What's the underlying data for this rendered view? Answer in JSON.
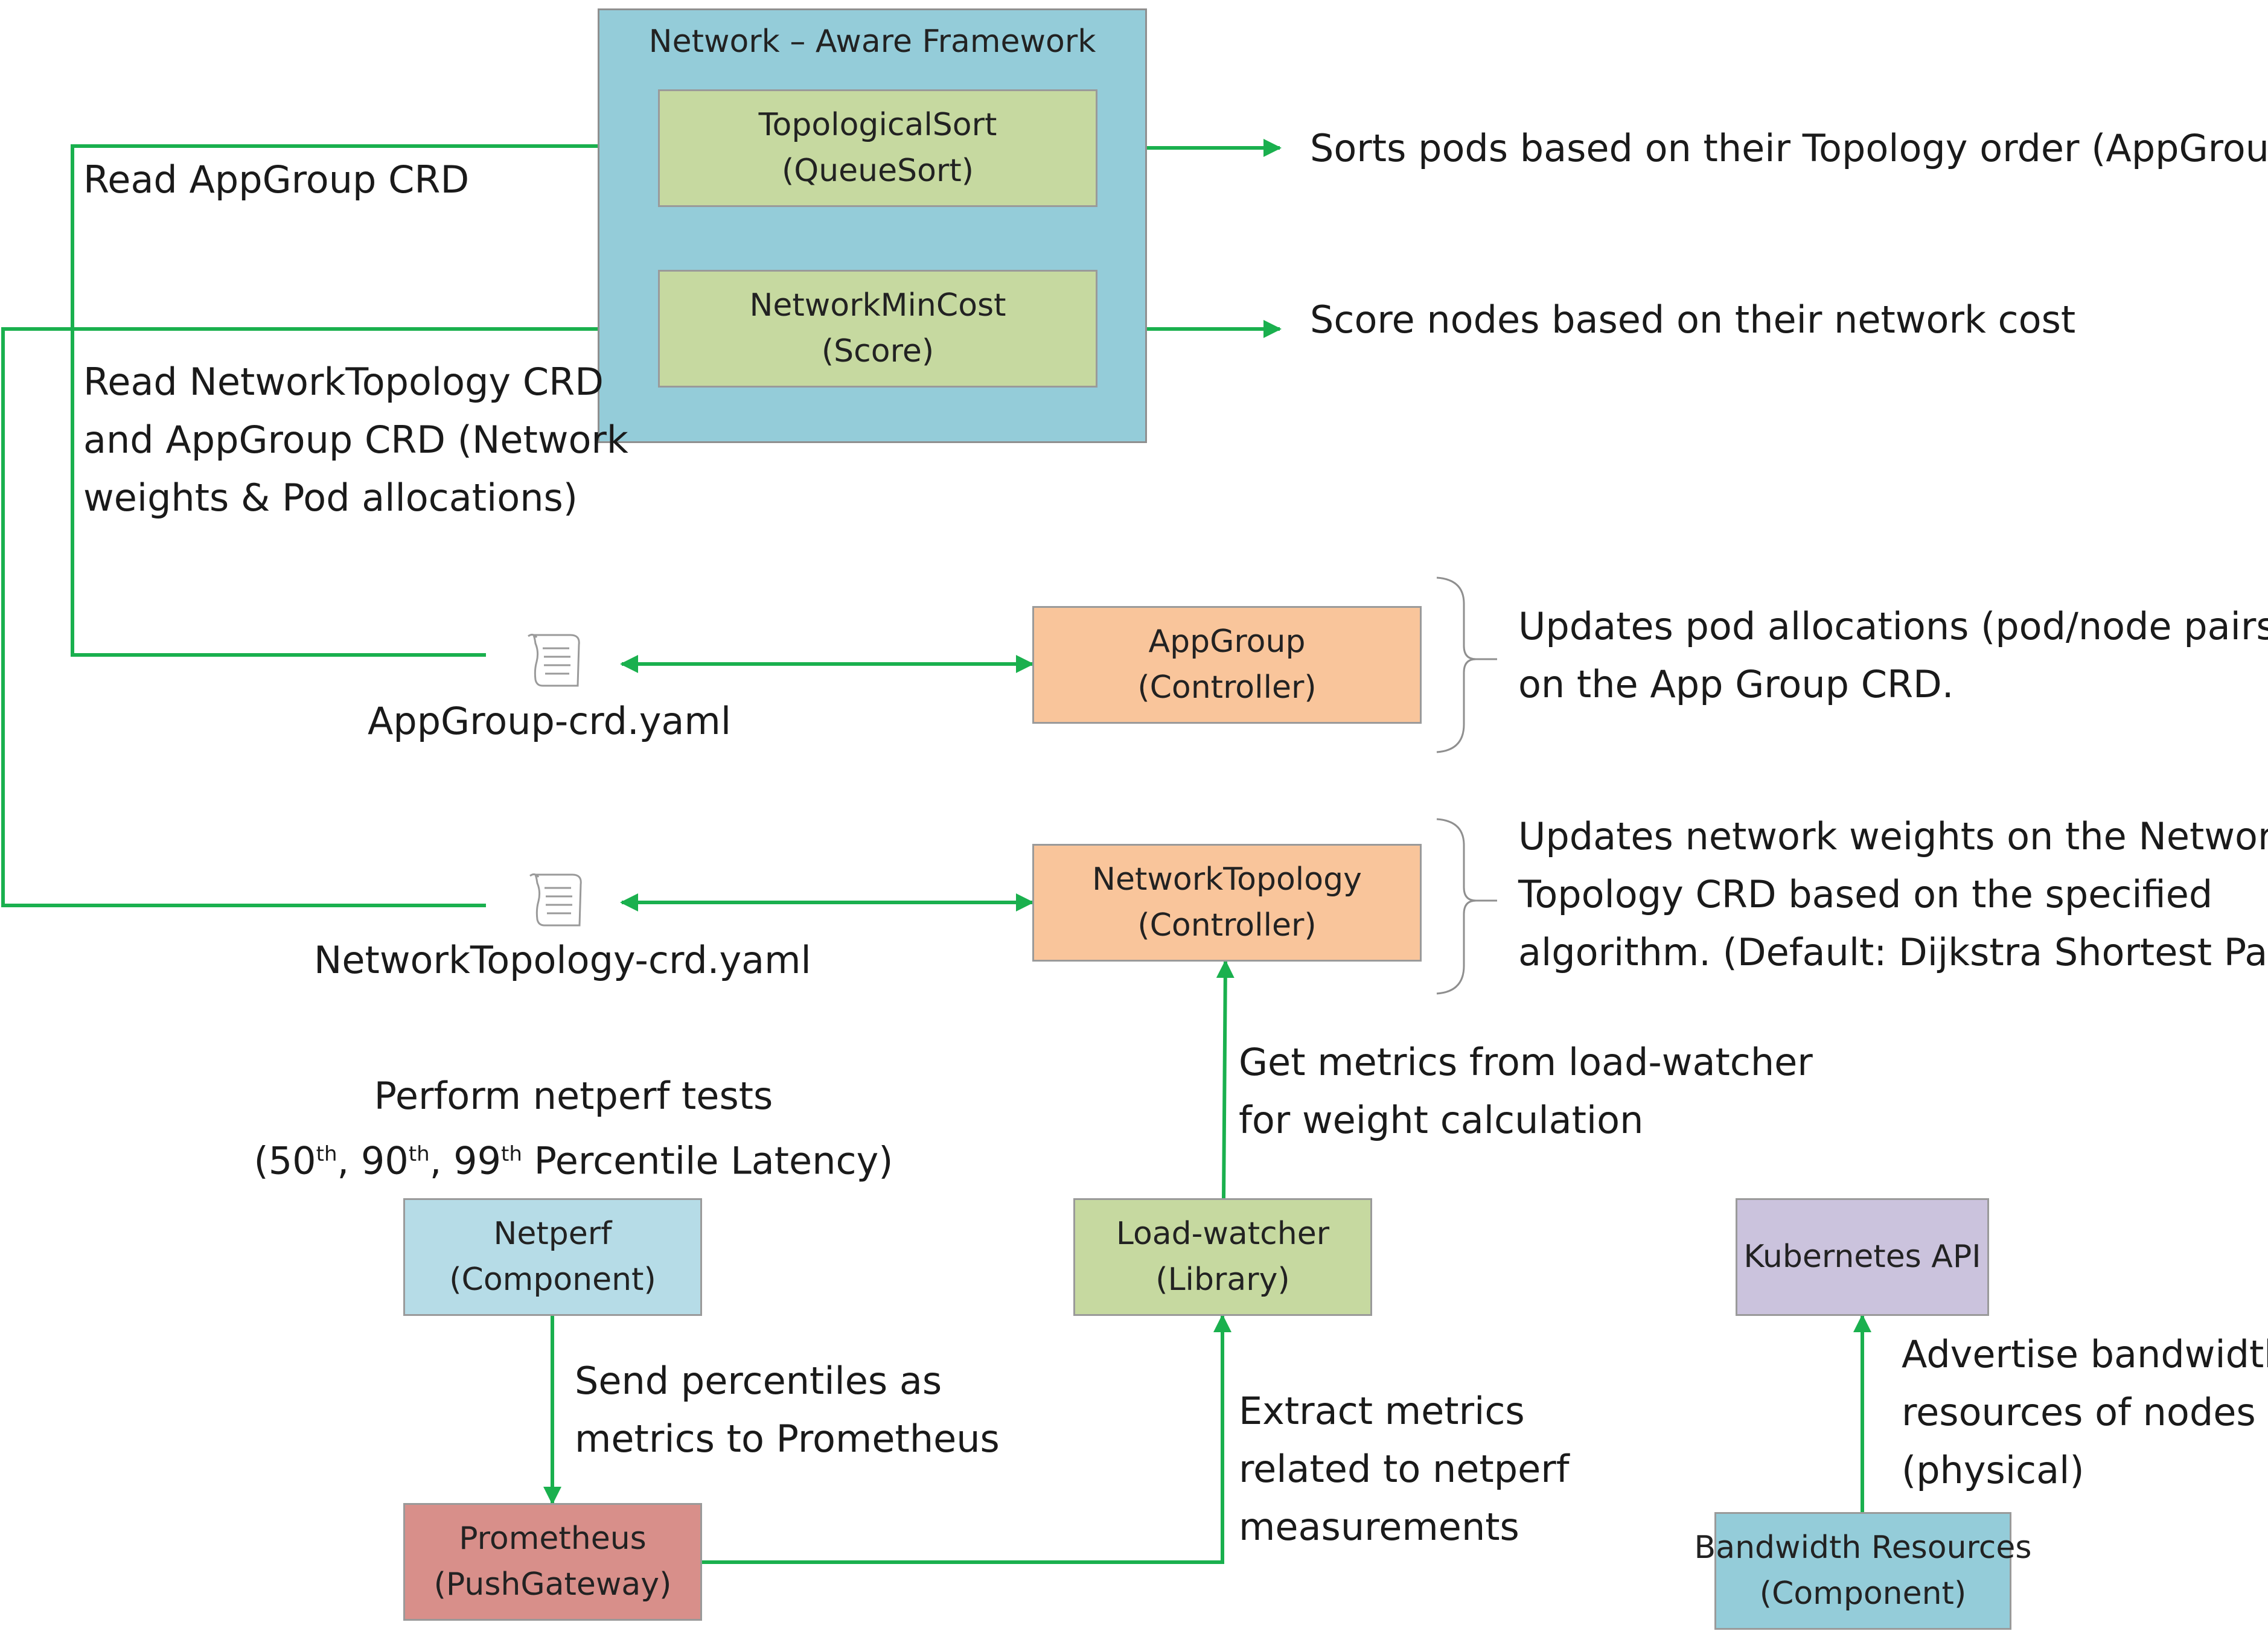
{
  "framework": {
    "title": "Network – Aware Framework",
    "plugins": [
      {
        "name": "TopologicalSort",
        "type": "(QueueSort)"
      },
      {
        "name": "NetworkMinCost",
        "type": "(Score)"
      }
    ]
  },
  "outputs": {
    "sort": "Sorts pods based on their Topology order (AppGroup)",
    "score": "Score nodes based on their network cost"
  },
  "reads": {
    "appgroup": "Read AppGroup CRD",
    "network_lines": [
      "Read NetworkTopology CRD",
      "and AppGroup CRD (Network",
      "weights & Pod allocations)"
    ]
  },
  "files": {
    "appgroup": "AppGroup-crd.yaml",
    "networktopology": "NetworkTopology-crd.yaml",
    "icon": "scroll-document-icon"
  },
  "controllers": {
    "appgroup": {
      "name": "AppGroup",
      "type": "(Controller)"
    },
    "networktopology": {
      "name": "NetworkTopology",
      "type": "(Controller)"
    }
  },
  "notes": {
    "appgroup_lines": [
      "Updates pod allocations (pod/node pairs)",
      "on the App Group CRD."
    ],
    "network_lines": [
      "Updates network weights on the Network",
      "Topology CRD based on the specified",
      "algorithm. (Default: Dijkstra Shortest Path)"
    ],
    "get_metrics_lines": [
      "Get metrics from load-watcher",
      "for weight calculation"
    ],
    "netperf_title": "Perform netperf tests",
    "percentiles": {
      "open": "(50",
      "p1": "th",
      "sep1": ", 90",
      "p2": "th",
      "sep2": ", 99",
      "p3": "th",
      "close": " Percentile Latency)"
    },
    "send_lines": [
      "Send percentiles as",
      "metrics to Prometheus"
    ],
    "extract_lines": [
      "Extract metrics",
      "related to netperf",
      "measurements"
    ],
    "advertise_lines": [
      "Advertise bandwidth",
      "resources of nodes",
      "(physical)"
    ]
  },
  "components": {
    "netperf": {
      "name": "Netperf",
      "type": "(Component)"
    },
    "prometheus": {
      "name": "Prometheus",
      "type": "(PushGateway)"
    },
    "loadwatcher": {
      "name": "Load-watcher",
      "type": "(Library)"
    },
    "k8s": {
      "name": "Kubernetes API"
    },
    "bandwidth": {
      "name": "Bandwidth Resources",
      "type": "(Component)"
    }
  },
  "colors": {
    "arrow": "#1ab04e",
    "framework": "#94ccd9",
    "plugin": "#c6d9a0",
    "controller": "#f9c59b",
    "netperf": "#b6dce7",
    "prometheus": "#d88f8a",
    "loadwatcher": "#c6d9a0",
    "k8s": "#cbc3dd",
    "bandwidth": "#94ccd9"
  }
}
